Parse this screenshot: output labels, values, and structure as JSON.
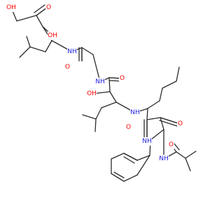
{
  "diagram": {
    "type": "skeletal-structure",
    "colors": {
      "bond": "#2b2b2b",
      "oxygen": "#ff0000",
      "nitrogen": "#2020e0",
      "carbon": "#2b2b2b"
    },
    "labels": {
      "acid_oh": "OH",
      "acid_o": "O",
      "hydroxy1": "OH",
      "nh1": "NH",
      "amide_o1": "O",
      "nh2": "NH",
      "amide_o2": "O",
      "hydroxy2": "OH",
      "nh3": "NH",
      "amide_o3": "O",
      "nh4": "NH",
      "amide_o4": "O",
      "nh5": "NH",
      "amide_o5": "O"
    }
  }
}
